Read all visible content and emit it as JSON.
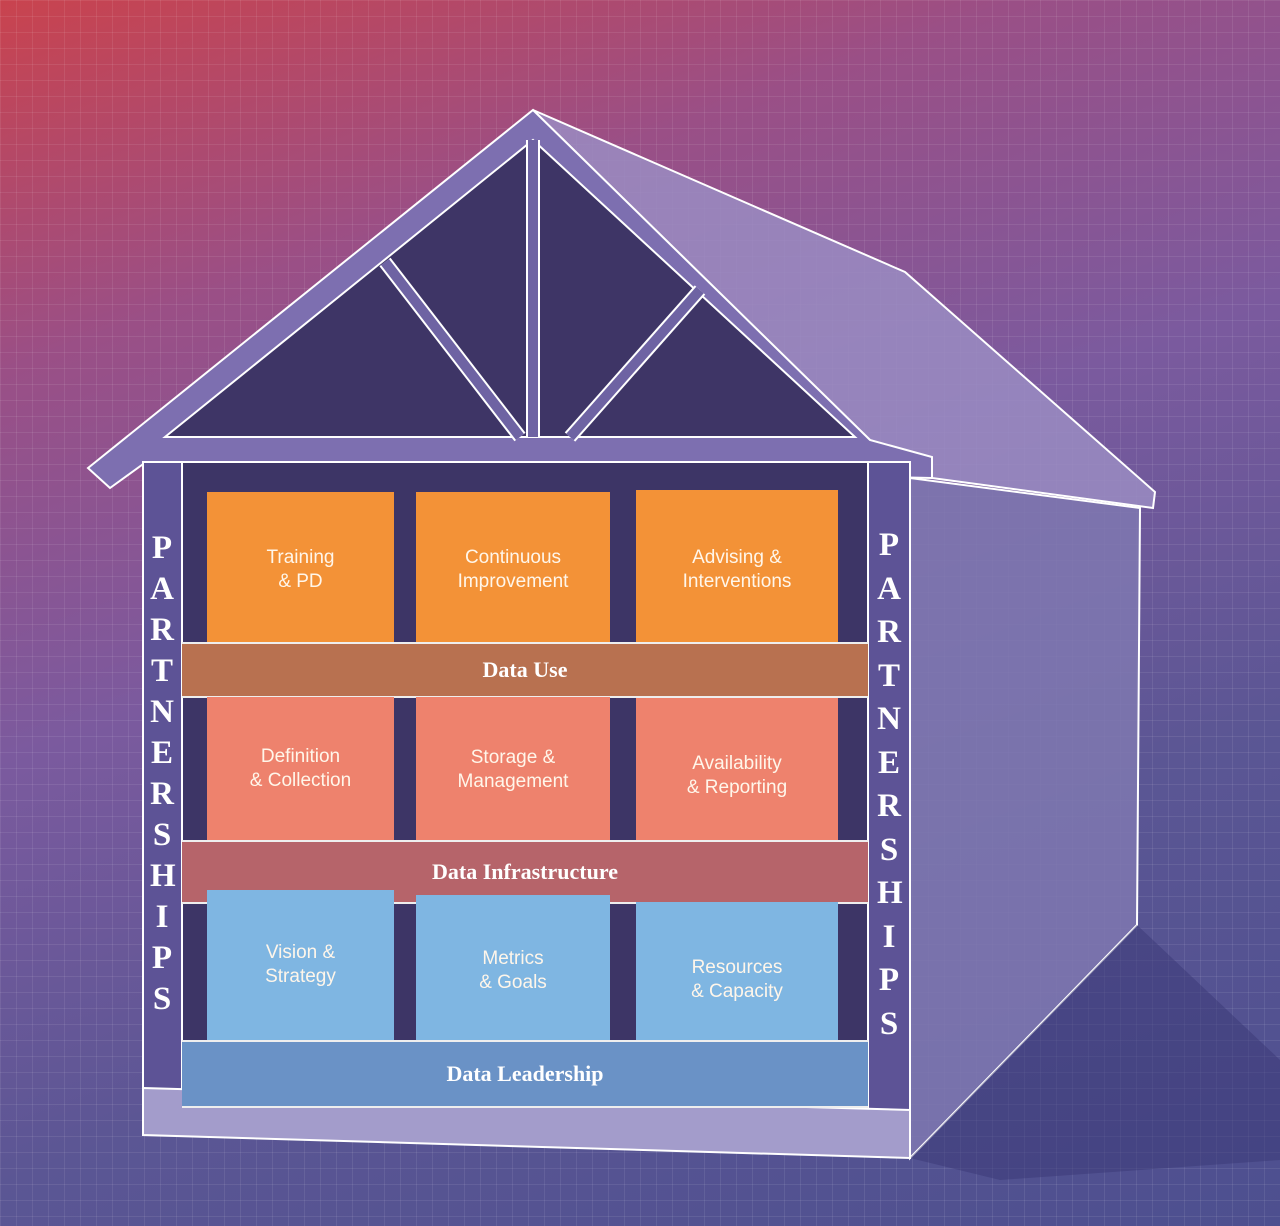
{
  "pillars_label": "PARTNERSHIPS",
  "rows": [
    {
      "band": "Data Use",
      "tiles": [
        "Training\n& PD",
        "Continuous\nImprovement",
        "Advising &\nInterventions"
      ]
    },
    {
      "band": "Data Infrastructure",
      "tiles": [
        "Definition\n& Collection",
        "Storage &\nManagement",
        "Availability\n& Reporting"
      ]
    },
    {
      "band": "Data Leadership",
      "tiles": [
        "Vision &\nStrategy",
        "Metrics\n& Goals",
        "Resources\n& Capacity"
      ]
    }
  ],
  "colors": {
    "use": "#f39237",
    "infrastructure": "#ee826d",
    "leadership": "#7fb6e2"
  }
}
